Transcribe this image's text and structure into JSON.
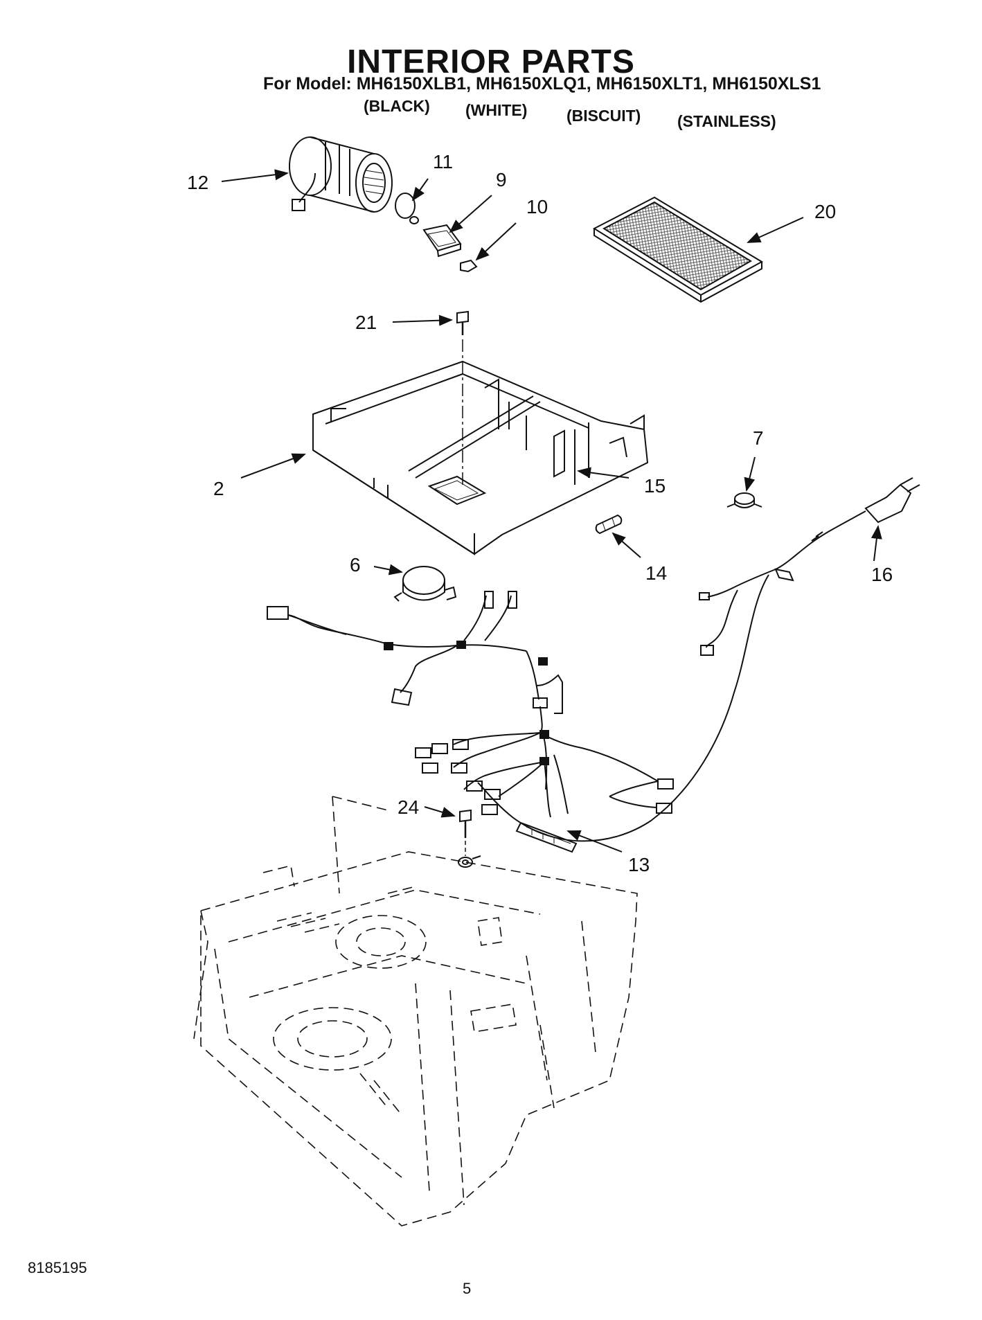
{
  "header": {
    "title": "INTERIOR PARTS",
    "model_line": "For Model: MH6150XLB1, MH6150XLQ1, MH6150XLT1, MH6150XLS1",
    "colors": [
      "(BLACK)",
      "(WHITE)",
      "(BISCUIT)",
      "(STAINLESS)"
    ]
  },
  "callouts": {
    "c12": "12",
    "c11": "11",
    "c9": "9",
    "c10": "10",
    "c20": "20",
    "c21": "21",
    "c2": "2",
    "c15": "15",
    "c7": "7",
    "c14": "14",
    "c16": "16",
    "c6": "6",
    "c24": "24",
    "c13": "13"
  },
  "footer": {
    "doc_number": "8185195",
    "page_number": "5"
  },
  "style": {
    "line_color": "#111111",
    "background": "#ffffff"
  }
}
